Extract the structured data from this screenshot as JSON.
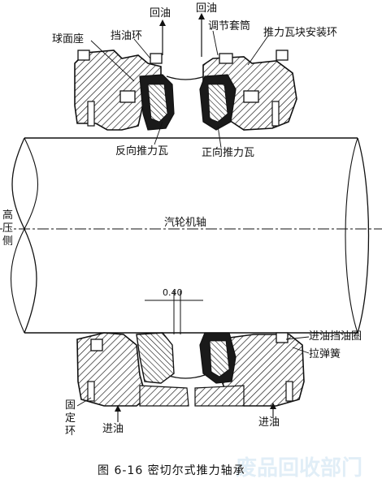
{
  "labels": {
    "qiumianzuo": "球面座",
    "dangyouhuan": "挡油环",
    "huiyou": "回油",
    "tiaojietaotong": "调节套筒",
    "tuiliwakuai": "推力瓦块安装环",
    "fanxiang": "反向推力瓦",
    "zhengxiang": "正向推力瓦",
    "gaoya": "高压侧",
    "qilunjizhou": "汽轮机轴",
    "gap": "0.40",
    "jinyoudangyouquan": "进油挡油圈",
    "latanhuang": "拉弹簧",
    "guding": "固定环",
    "jinyou_left": "进油",
    "jinyou_right": "进油"
  },
  "caption": "图 6-16   密切尔式推力轴承",
  "watermark": "废品回收部门"
}
